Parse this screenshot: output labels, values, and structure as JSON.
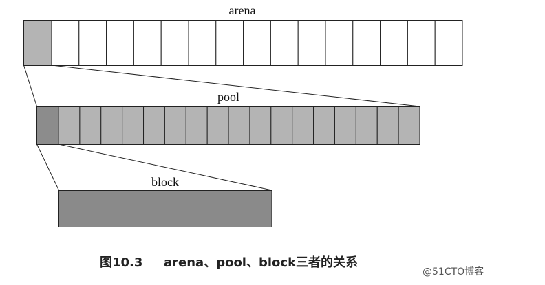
{
  "diagram": {
    "arena_label": "arena",
    "pool_label": "pool",
    "block_label": "block"
  },
  "caption": {
    "figure_number": "图10.3",
    "title": "arena、pool、block三者的关系"
  },
  "watermark": "@51CTO博客",
  "colors": {
    "arena_highlight_fill": "#b4b4b4",
    "arena_cell_fill": "#ffffff",
    "pool_highlight_fill": "#8c8c8c",
    "pool_cell_fill": "#b4b4b4",
    "block_fill": "#8a8a8a"
  }
}
